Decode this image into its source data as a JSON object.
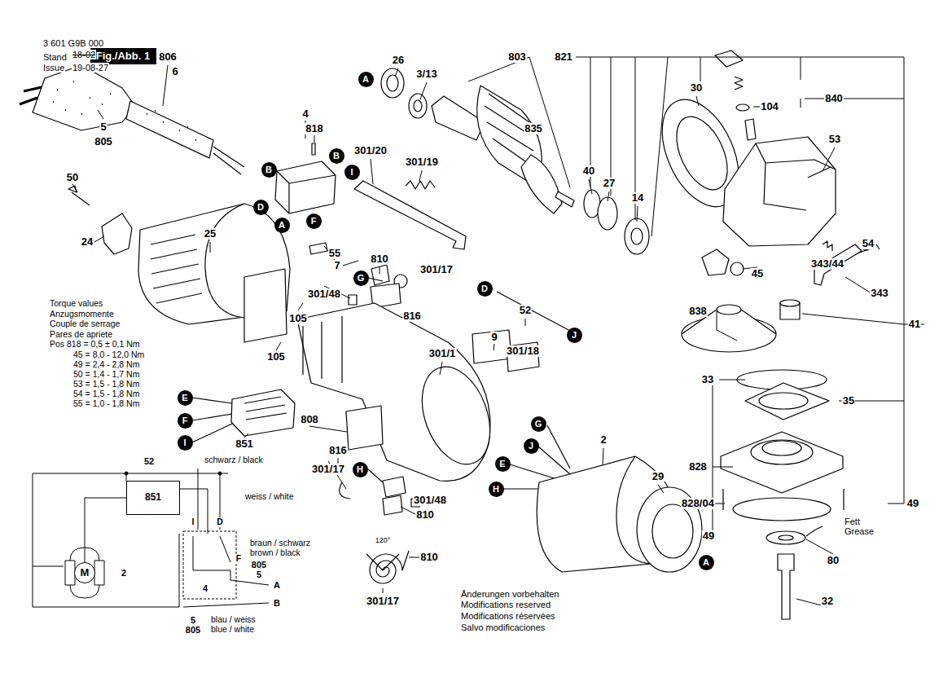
{
  "diagram": {
    "nodes": [
      {
        "text": [
          "Fig./Abb. 1"
        ]
      },
      {
        "text": [
          "A"
        ]
      },
      {
        "text": [
          "B"
        ]
      },
      {
        "text": [
          "B"
        ]
      },
      {
        "text": [
          "I"
        ]
      },
      {
        "text": [
          "D"
        ]
      },
      {
        "text": [
          "F"
        ]
      },
      {
        "text": [
          "A"
        ]
      },
      {
        "text": [
          "G"
        ]
      },
      {
        "text": [
          "D"
        ]
      },
      {
        "text": [
          "J"
        ]
      },
      {
        "text": [
          "E"
        ]
      },
      {
        "text": [
          "F"
        ]
      },
      {
        "text": [
          "I"
        ]
      },
      {
        "text": [
          "G"
        ]
      },
      {
        "text": [
          "J"
        ]
      },
      {
        "text": [
          "E"
        ]
      },
      {
        "text": [
          "H"
        ]
      },
      {
        "text": [
          "H"
        ]
      },
      {
        "text": [
          "A"
        ]
      },
      {
        "text": [
          "851"
        ]
      },
      {
        "text": [
          "M"
        ]
      }
    ],
    "edges": [
      {
        "from": 20,
        "to": 21,
        "arrow": "none"
      }
    ],
    "labels": [
      "3 601 G9B 000",
      "Stand",
      "18-02",
      "Issue",
      "19-08-27",
      "806",
      "6",
      "5",
      "805",
      "4",
      "818",
      "301/20",
      "301/19",
      "26",
      "3/13",
      "803",
      "835",
      "40",
      "27",
      "14",
      "821",
      "30",
      "104",
      "840",
      "53",
      "50",
      "24",
      "25",
      "55",
      "7",
      "810",
      "301/17",
      "301/48",
      "816",
      "52",
      "9",
      "301/18",
      "301/1",
      "105",
      "105",
      "54",
      "343/44",
      "45",
      "343",
      "838",
      "41",
      "33",
      "35",
      "828",
      "828/04",
      "49",
      "49",
      "Fett",
      "Grease",
      "80",
      "32",
      "2",
      "29",
      "808",
      "851",
      "816",
      "301/17",
      "301/48",
      "810",
      "810",
      "120°",
      "301/17",
      "Torque values",
      "Anzugsmomente",
      "Couple de serrage",
      "Pares de apriete",
      "Pos 818 = 0,5 ± 0,1 Nm",
      "45 = 8,0 - 12,0 Nm",
      "49 = 2,4 - 2,8 Nm",
      "50 = 1,4 - 1,7 Nm",
      "53 = 1,5 - 1,8 Nm",
      "54 = 1,5 - 1,8 Nm",
      "55 = 1,0 - 1,8 Nm",
      "52",
      "schwarz / black",
      "weiss / white",
      "I",
      "D",
      "F",
      "braun / schwarz",
      "brown / black",
      "805",
      "5",
      "4",
      "A",
      "B",
      "2",
      "5",
      "805",
      "blau / weiss",
      "blue / white",
      "Änderungen vorbehalten",
      "Modifications reserved",
      "Modifications réservées",
      "Salvo modificaciones"
    ]
  }
}
